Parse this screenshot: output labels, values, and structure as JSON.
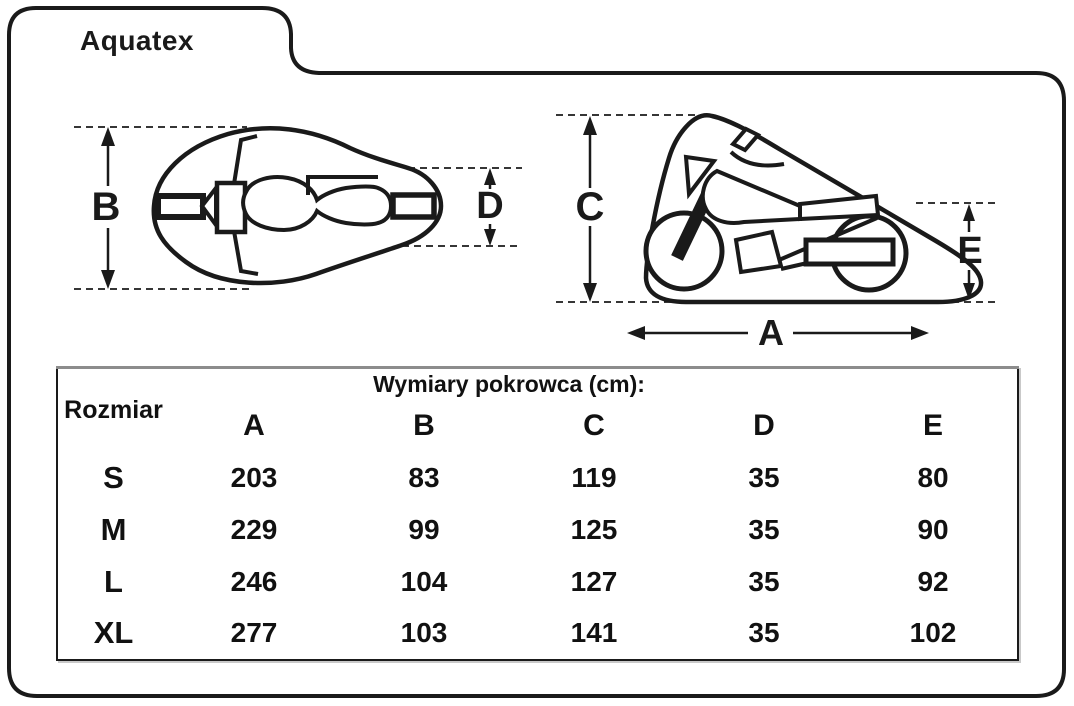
{
  "title": "Aquatex",
  "diagrams": {
    "top_view": {
      "description": "motorcycle cover seen from above",
      "label_b": "B",
      "label_d": "D"
    },
    "side_view": {
      "description": "motorcycle cover seen from the side",
      "label_c": "C",
      "label_e": "E",
      "label_a": "A"
    }
  },
  "table": {
    "corner_header": "Rozmiar",
    "group_header": "Wymiary pokrowca (cm):",
    "columns": [
      "A",
      "B",
      "C",
      "D",
      "E"
    ],
    "rows": [
      {
        "size": "S",
        "values": [
          "203",
          "83",
          "119",
          "35",
          "80"
        ]
      },
      {
        "size": "M",
        "values": [
          "229",
          "99",
          "125",
          "35",
          "90"
        ]
      },
      {
        "size": "L",
        "values": [
          "246",
          "104",
          "127",
          "35",
          "92"
        ]
      },
      {
        "size": "XL",
        "values": [
          "277",
          "103",
          "141",
          "35",
          "102"
        ]
      }
    ]
  },
  "colors": {
    "line": "#1a1a1a",
    "background": "#ffffff",
    "table_top_border": "#8c8c8c"
  }
}
